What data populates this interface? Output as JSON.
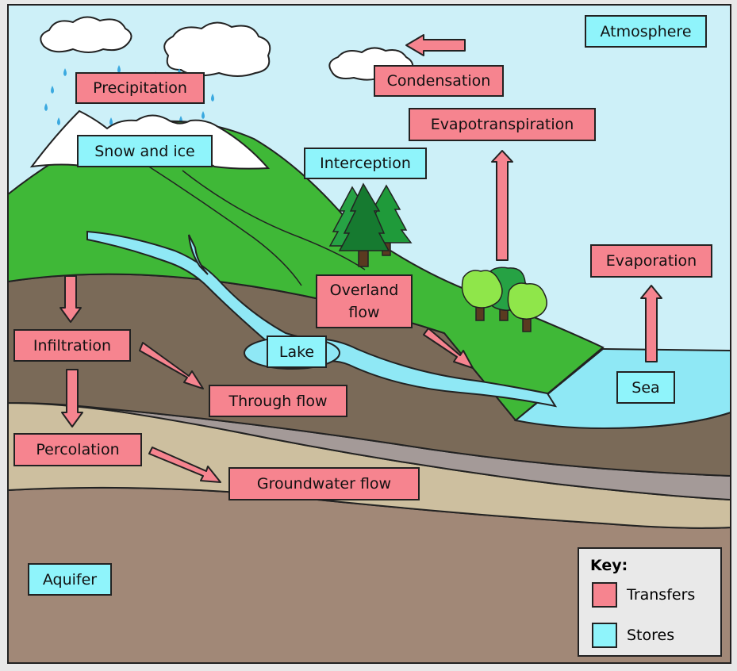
{
  "colors": {
    "transfer": "#f6848f",
    "store": "#8ff4fb",
    "sky": "#cdf0f8",
    "grass": "#3fb837",
    "soil": "#7a6a58",
    "rock": "#a49a98",
    "sand": "#cdbf9f",
    "bedrock": "#a18877",
    "water": "#8fe8f5"
  },
  "transfers": {
    "precipitation": "Precipitation",
    "condensation": "Condensation",
    "evapotranspiration": "Evapotranspiration",
    "evaporation": "Evaporation",
    "overland_flow_line1": "Overland",
    "overland_flow_line2": "flow",
    "infiltration": "Infiltration",
    "through_flow": "Through flow",
    "percolation": "Percolation",
    "groundwater_flow": "Groundwater flow"
  },
  "stores": {
    "atmosphere": "Atmosphere",
    "snow_and_ice": "Snow and ice",
    "interception": "Interception",
    "lake": "Lake",
    "sea": "Sea",
    "aquifer": "Aquifer"
  },
  "key": {
    "title": "Key:",
    "transfers": "Transfers",
    "stores": "Stores"
  }
}
